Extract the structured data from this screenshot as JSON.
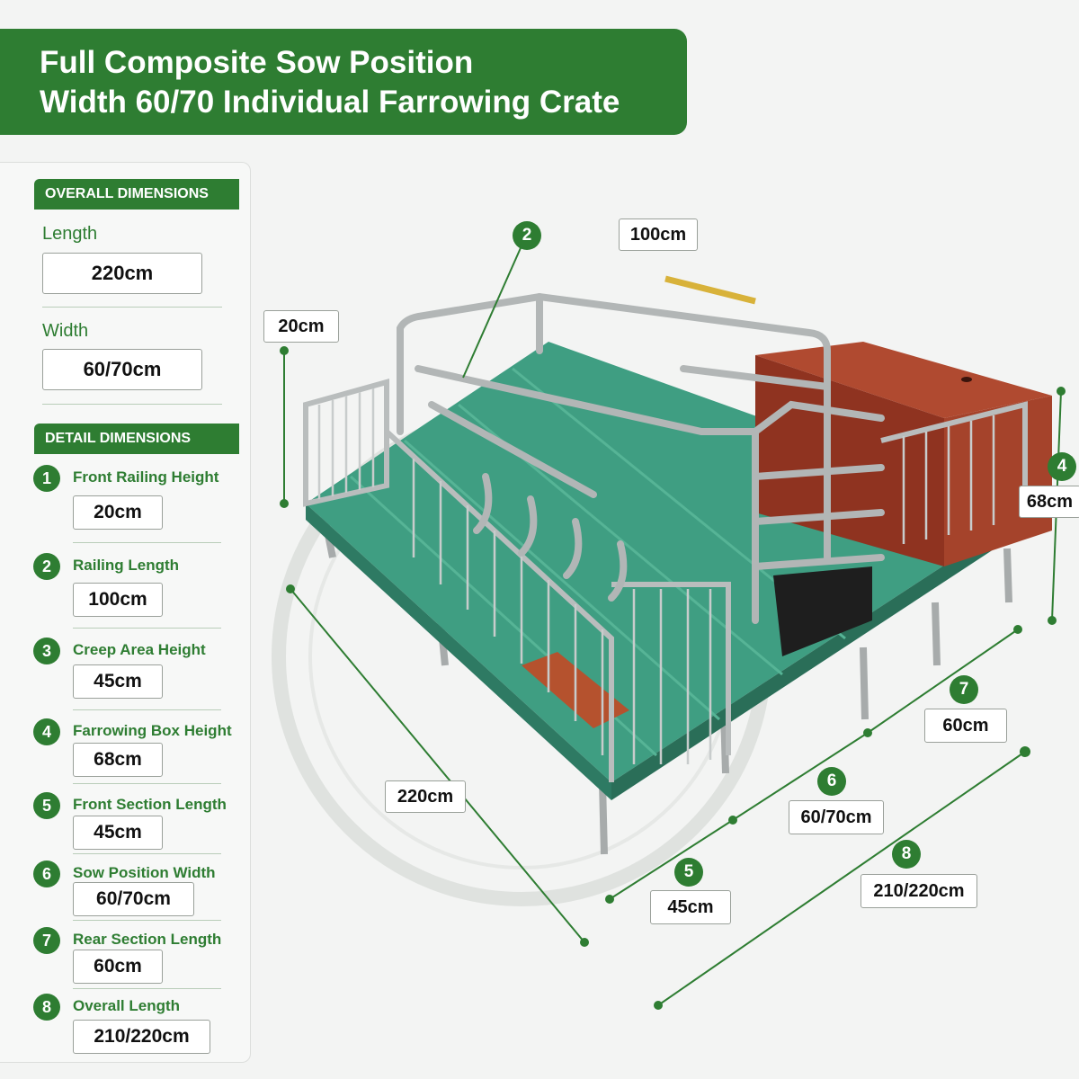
{
  "title": {
    "line1": "Full Composite Sow Position",
    "line2": "Width 60/70 Individual Farrowing Crate"
  },
  "overall": {
    "heading": "OVERALL DIMENSIONS",
    "length_label": "Length",
    "length_value": "220cm",
    "width_label": "Width",
    "width_value": "60/70cm"
  },
  "detail": {
    "heading": "DETAIL DIMENSIONS",
    "items": [
      {
        "num": "1",
        "label": "Front Railing Height",
        "value": "20cm"
      },
      {
        "num": "2",
        "label": "Railing Length",
        "value": "100cm"
      },
      {
        "num": "3",
        "label": "Creep Area Height",
        "value": "45cm"
      },
      {
        "num": "4",
        "label": "Farrowing Box Height",
        "value": "68cm"
      },
      {
        "num": "5",
        "label": "Front Section Length",
        "value": "45cm"
      },
      {
        "num": "6",
        "label": "Sow Position Width",
        "value": "60/70cm"
      },
      {
        "num": "7",
        "label": "Rear Section Length",
        "value": "60cm"
      },
      {
        "num": "8",
        "label": "Overall Length",
        "value": "210/220cm"
      }
    ]
  },
  "callouts": {
    "front_railing": "20cm",
    "railing_length": "100cm",
    "box_height": "68cm",
    "length": "220cm",
    "front_section": "45cm",
    "sow_width": "60/70cm",
    "rear_section": "60cm",
    "overall_length": "210/220cm"
  },
  "markers": {
    "m2": "2",
    "m4": "4",
    "m5": "5",
    "m6": "6",
    "m7": "7",
    "m8": "8"
  },
  "colors": {
    "accent": "#2e7d32",
    "floor": "#3f9e82",
    "box": "#9b3a26",
    "metal": "#b9bdbd"
  }
}
